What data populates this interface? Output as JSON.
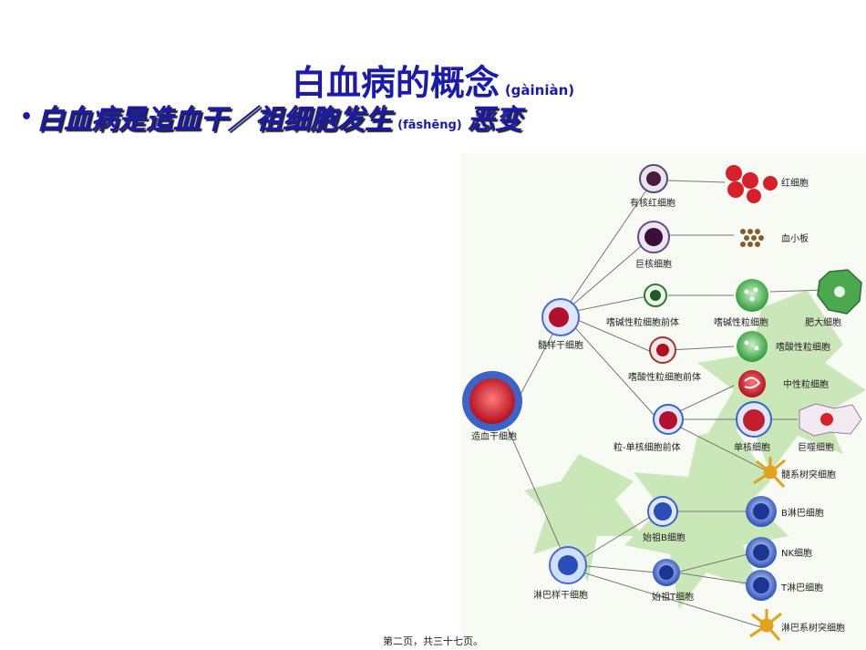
{
  "slide": {
    "title": "白血病的概念",
    "title_pinyin": "(gàiniàn)",
    "bullet_part1": "白血病是造血干／祖细胞发生",
    "bullet_pinyin": "(fāshēng)",
    "bullet_part2": "恶变",
    "footer": "第二页，共三十七页。"
  },
  "diagram": {
    "labels": {
      "hsc": "造血干细胞",
      "myeloid_stem": "髓样干细胞",
      "lymphoid_stem": "淋巴样干细胞",
      "nucleated_rbc": "有核红细胞",
      "rbc": "红细胞",
      "megakaryocyte": "巨核细胞",
      "platelet": "血小板",
      "baso_precursor": "嗜碱性粒细胞前体",
      "basophil": "嗜碱性粒细胞",
      "mast_cell": "肥大细胞",
      "eos_precursor": "嗜酸性粒细胞前体",
      "eosinophil": "嗜酸性粒细胞",
      "neutrophil": "中性粒细胞",
      "gm_precursor": "粒-单核细胞前体",
      "monocyte": "单核细胞",
      "macrophage": "巨噬细胞",
      "myeloid_dc": "髓系树突细胞",
      "pro_b": "始祖B细胞",
      "b_cell": "B淋巴细胞",
      "nk_cell": "NK细胞",
      "pro_t": "始祖T细胞",
      "t_cell": "T淋巴细胞",
      "lymphoid_dc": "淋巴系树突细胞"
    }
  }
}
